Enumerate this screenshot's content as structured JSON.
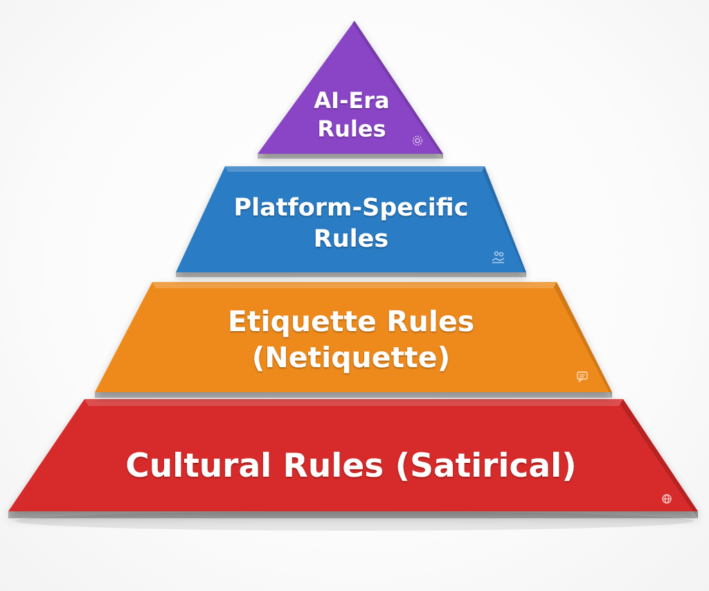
{
  "pyramid": {
    "tiers": [
      {
        "lines": [
          "AI-Era",
          "Rules"
        ],
        "color": "#8a45c6",
        "icon": "gear-icon"
      },
      {
        "lines": [
          "Platform-Specific",
          "Rules"
        ],
        "color": "#2b7bc4",
        "icon": "handshake-icon"
      },
      {
        "lines": [
          "Etiquette Rules",
          "(Netiquette)"
        ],
        "color": "#ee8a1a",
        "icon": "chat-bubble-icon"
      },
      {
        "lines": [
          "Cultural Rules (Satirical)"
        ],
        "color": "#d72a2a",
        "icon": "globe-icon"
      }
    ]
  }
}
